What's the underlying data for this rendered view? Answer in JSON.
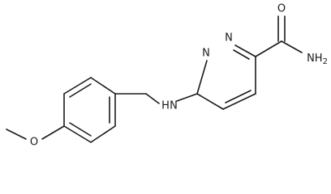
{
  "molecule": {
    "atoms": {
      "amide_oxygen": "O",
      "amide_nitrogen": "NH2",
      "ring_nitrogen_1": "N",
      "ring_nitrogen_2": "N",
      "amine_nitrogen": "N",
      "amine_hydrogen": "H",
      "ether_oxygen": "O"
    },
    "colors": {
      "line": "#1a1a1a",
      "background": "#ffffff"
    }
  }
}
